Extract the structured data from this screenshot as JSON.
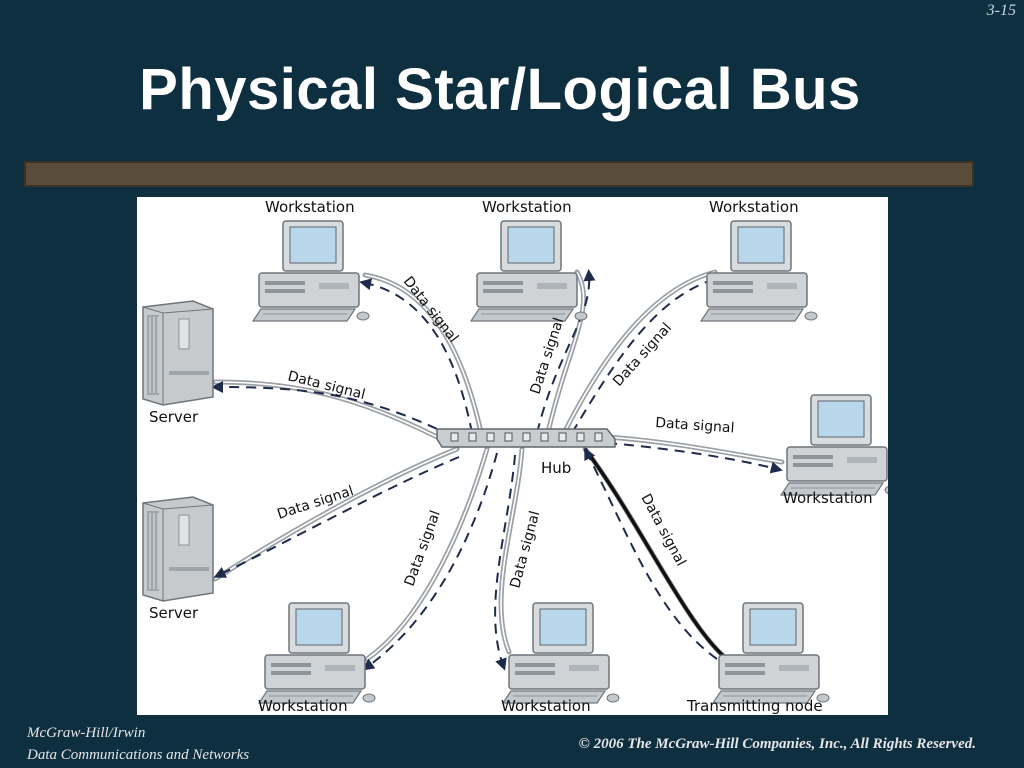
{
  "slide": {
    "number": "3-15",
    "title": "Physical Star/Logical Bus"
  },
  "diagram": {
    "hub_label": "Hub",
    "signal_label": "Data signal",
    "nodes": {
      "top_left": "Workstation",
      "top_center": "Workstation",
      "top_right": "Workstation",
      "server_top": "Server",
      "right": "Workstation",
      "server_bottom": "Server",
      "bottom_left": "Workstation",
      "bottom_center": "Workstation",
      "transmitting": "Transmitting node"
    }
  },
  "footer": {
    "publisher": "McGraw-Hill/Irwin",
    "book": "Data Communications and Networks",
    "copyright": "© 2006  The McGraw-Hill Companies, Inc., All Rights Reserved."
  }
}
